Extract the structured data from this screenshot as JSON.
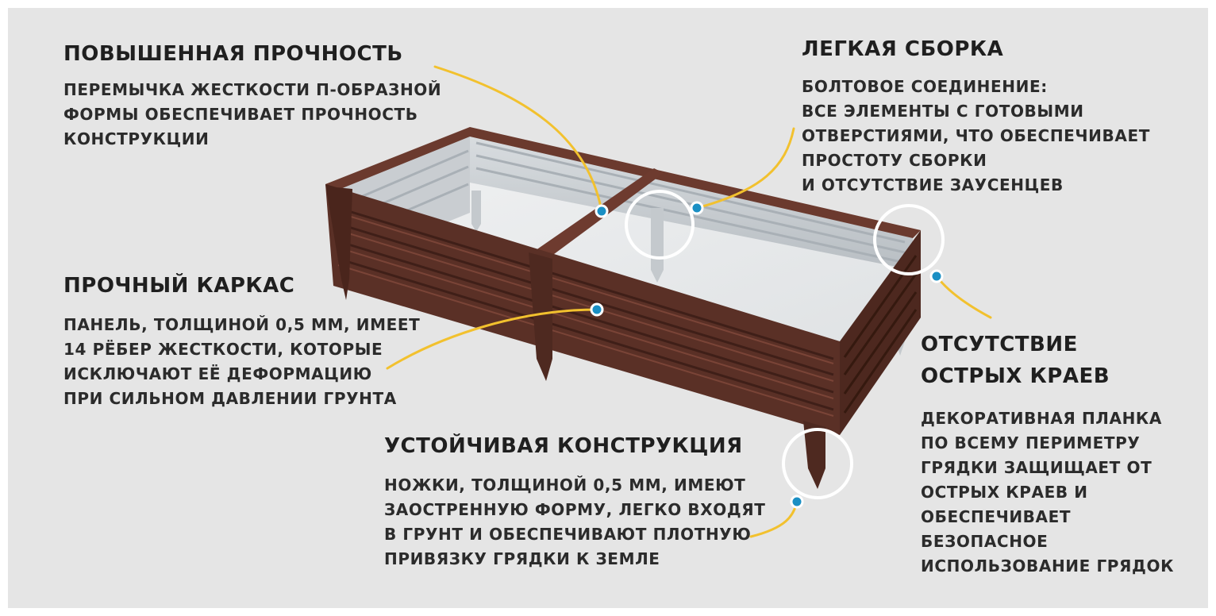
{
  "features": {
    "strength": {
      "title": "ПОВЫШЕННАЯ ПРОЧНОСТЬ",
      "text": "ПЕРЕМЫЧКА ЖЕСТКОСТИ П-ОБРАЗНОЙ\nФОРМЫ ОБЕСПЕЧИВАЕТ ПРОЧНОСТЬ\nКОНСТРУКЦИИ"
    },
    "assembly": {
      "title": "ЛЕГКАЯ СБОРКА",
      "text": "БОЛТОВОЕ СОЕДИНЕНИЕ:\nВСЕ ЭЛЕМЕНТЫ С ГОТОВЫМИ\nОТВЕРСТИЯМИ, ЧТО ОБЕСПЕЧИВАЕТ\nПРОСТОТУ СБОРКИ\nИ ОТСУТСТВИЕ ЗАУСЕНЦЕВ"
    },
    "frame": {
      "title": "ПРОЧНЫЙ КАРКАС",
      "text": "ПАНЕЛЬ, ТОЛЩИНОЙ 0,5 ММ, ИМЕЕТ\n14 РЁБЕР ЖЕСТКОСТИ, КОТОРЫЕ\nИСКЛЮЧАЮТ ЕЁ ДЕФОРМАЦИЮ\nПРИ СИЛЬНОМ ДАВЛЕНИИ ГРУНТА"
    },
    "edges": {
      "title": "ОТСУТСТВИЕ\nОСТРЫХ КРАЕВ",
      "text": "ДЕКОРАТИВНАЯ ПЛАНКА\nПО ВСЕМУ ПЕРИМЕТРУ\nГРЯДКИ ЗАЩИЩАЕТ ОТ\nОСТРЫХ КРАЕВ И\nОБЕСПЕЧИВАЕТ\nБЕЗОПАСНОЕ\nИСПОЛЬЗОВАНИЕ ГРЯДОК"
    },
    "stable": {
      "title": "УСТОЙЧИВАЯ КОНСТРУКЦИЯ",
      "text": "НОЖКИ, ТОЛЩИНОЙ 0,5 ММ, ИМЕЮТ\nЗАОСТРЕННУЮ ФОРМУ, ЛЕГКО ВХОДЯТ\nВ ГРУНТ И ОБЕСПЕЧИВАЮТ ПЛОТНУЮ\nПРИВЯЗКУ ГРЯДКИ К ЗЕМЛЕ"
    }
  },
  "colors": {
    "background": "#e5e5e5",
    "bed_brown": "#5a3026",
    "callout_line": "#f2c12e",
    "callout_dot": "#1a8fc4",
    "text": "#1f1f1f"
  }
}
